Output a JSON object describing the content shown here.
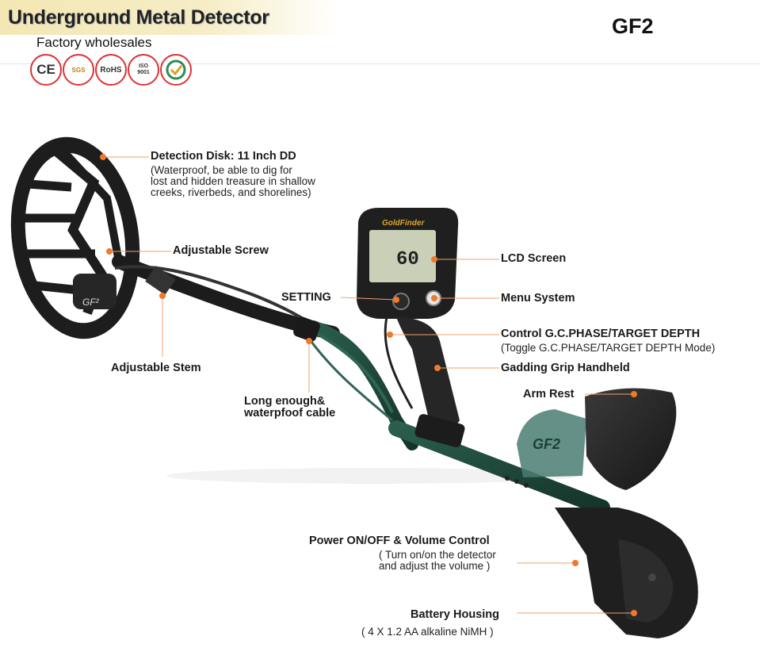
{
  "header": {
    "title": "Underground Metal Detector",
    "subtitle": "Factory wholesales",
    "model": "GF2"
  },
  "certifications": [
    {
      "icon": "ce-mark-icon",
      "text": "CE"
    },
    {
      "icon": "sgs-badge-icon",
      "text": "SGS"
    },
    {
      "icon": "rohs-badge-icon",
      "text": "RoHS"
    },
    {
      "icon": "iso-9001-badge-icon",
      "text": "ISO 9001"
    },
    {
      "icon": "quality-check-badge-icon",
      "text": ""
    }
  ],
  "device": {
    "brand": "GoldFinder",
    "screen_value": "60",
    "handle_badge": "GF2",
    "armrest_badge": "GF2"
  },
  "callouts": {
    "detection_disk": {
      "title": "Detection Disk: 11 Inch DD",
      "lines": [
        "(Waterproof, be able to dig for",
        "lost and hidden treasure in shallow",
        "creeks, riverbeds, and shorelines)"
      ]
    },
    "adjustable_screw": "Adjustable  Screw",
    "lcd_screen": "LCD Screen",
    "setting": "SETTING",
    "menu_system": "Menu System",
    "control": {
      "title": "Control G.C.PHASE/TARGET DEPTH",
      "sub": "(Toggle G.C.PHASE/TARGET DEPTH Mode)"
    },
    "adjustable_stem": "Adjustable Stem",
    "grip": "Gadding Grip Handheld",
    "arm_rest": "Arm Rest",
    "cable": {
      "line1": "Long enough&",
      "line2": "waterpfoof cable"
    },
    "power": {
      "title": "Power ON/OFF & Volume Control",
      "line1": "( Turn on/on the detector",
      "line2": "and adjust the volume  )"
    },
    "battery": {
      "title": "Battery Housing",
      "sub": "( 4 X 1.2 AA alkaline NiMH )"
    }
  },
  "colors": {
    "callout_dot": "#f07a2a",
    "callout_line": "#f2a06a",
    "shaft_green": "#1f4a3c",
    "body_black": "#1b1b1b",
    "header_band": "#f3e7b4",
    "cert_ring": "#dd3333"
  }
}
